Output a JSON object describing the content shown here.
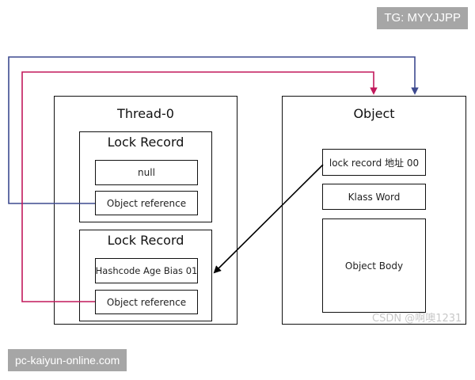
{
  "watermarks": {
    "top_right": "TG: MYYJJPP",
    "bottom_left": "pc-kaiyun-online.com",
    "csdn": "CSDN @啊噢1231"
  },
  "thread": {
    "title": "Thread-0",
    "lock_records": [
      {
        "title": "Lock Record",
        "fields": [
          "null",
          "Object reference"
        ]
      },
      {
        "title": "Lock Record",
        "fields": [
          "Hashcode Age Bias 01",
          "Object reference"
        ]
      }
    ]
  },
  "object": {
    "title": "Object",
    "fields": [
      "lock record 地址 00",
      "Klass Word",
      "Object Body"
    ]
  },
  "colors": {
    "blue_wire": "#3d4a8f",
    "magenta_wire": "#c2185b",
    "black_arrow": "#000000"
  }
}
